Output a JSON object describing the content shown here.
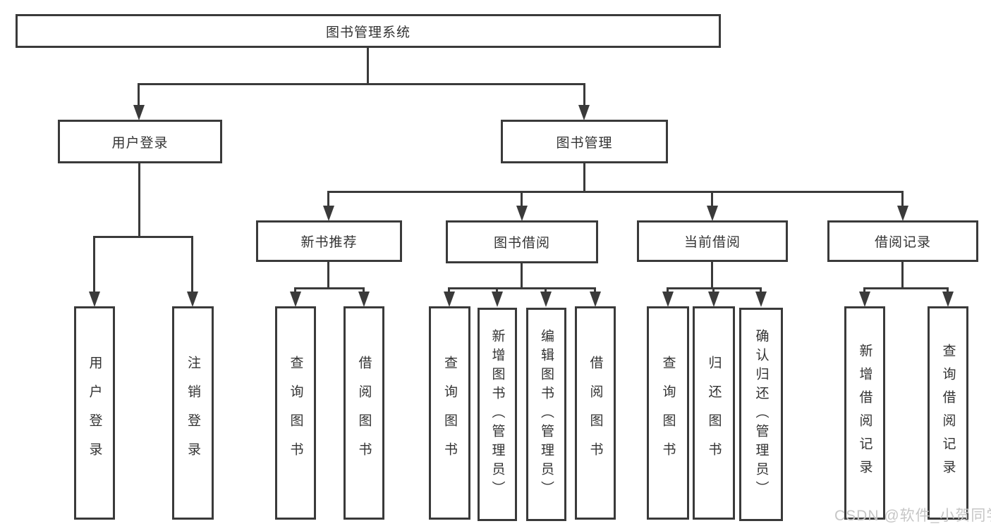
{
  "tree": {
    "label": "图书管理系统",
    "children": [
      {
        "label": "用户登录",
        "children": [
          {
            "label": "用户登录"
          },
          {
            "label": "注销登录"
          }
        ]
      },
      {
        "label": "图书管理",
        "children": [
          {
            "label": "新书推荐",
            "children": [
              {
                "label": "查询图书"
              },
              {
                "label": "借阅图书"
              }
            ]
          },
          {
            "label": "图书借阅",
            "children": [
              {
                "label": "查询图书"
              },
              {
                "label": "新增图书（管理员）"
              },
              {
                "label": "编辑图书（管理员）"
              },
              {
                "label": "借阅图书"
              }
            ]
          },
          {
            "label": "当前借阅",
            "children": [
              {
                "label": "查询图书"
              },
              {
                "label": "归还图书"
              },
              {
                "label": "确认归还（管理员）"
              }
            ]
          },
          {
            "label": "借阅记录",
            "children": [
              {
                "label": "新增借阅记录"
              },
              {
                "label": "查询借阅记录"
              }
            ]
          }
        ]
      }
    ]
  },
  "watermark": {
    "text": "CSDN @软件_小贺同学"
  },
  "colors": {
    "line": "#3a3a3a",
    "box_border": "#3a3a3a",
    "text": "#333333",
    "watermark": "#c6c6c6",
    "background": "#ffffff"
  }
}
